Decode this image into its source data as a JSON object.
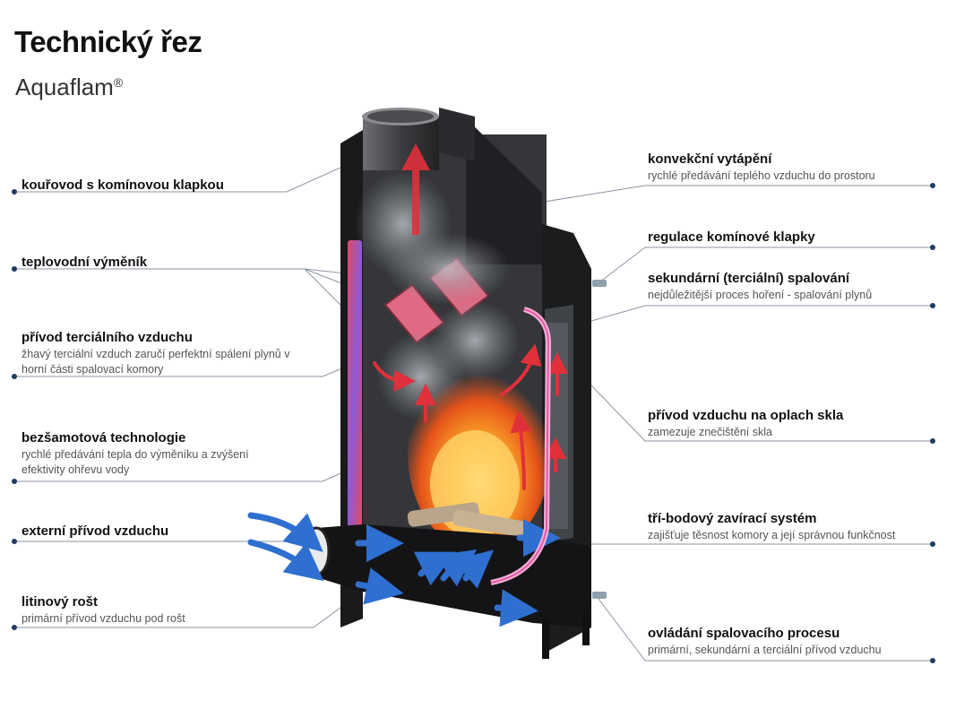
{
  "title": "Technický řez",
  "subtitle": "Aquaflam",
  "subtitle_mark": "®",
  "left_labels": [
    {
      "title": "kouřovod s komínovou klapkou",
      "desc": ""
    },
    {
      "title": "teplovodní výměník",
      "desc": ""
    },
    {
      "title": "přívod terciálního vzduchu",
      "desc": "žhavý terciální vzduch zaručí perfektní spálení plynů v horní části spalovací komory"
    },
    {
      "title": "bezšamotová technologie",
      "desc": "rychlé předávání tepla do výměníku a zvýšení efektivity ohřevu vody"
    },
    {
      "title": "externí přívod vzduchu",
      "desc": ""
    },
    {
      "title": "litinový rošt",
      "desc": "primární přívod vzduchu pod rošt"
    }
  ],
  "right_labels": [
    {
      "title": "konvekční vytápění",
      "desc": "rychlé předávání teplého vzduchu do prostoru"
    },
    {
      "title": "regulace komínové klapky",
      "desc": ""
    },
    {
      "title": "sekundární (terciální) spalování",
      "desc": "nejdůležitější proces hoření - spalování plynů"
    },
    {
      "title": "přívod vzduchu na oplach skla",
      "desc": "zamezuje znečištění skla"
    },
    {
      "title": "tří-bodový zavírací systém",
      "desc": "zajišťuje těsnost komory a její správnou funkčnost"
    },
    {
      "title": "ovládání spalovacího procesu",
      "desc": "primární, sekundární a terciální přívod vzduchu"
    }
  ],
  "colors": {
    "leader": "#7a8a9a",
    "dot": "#1f3a66",
    "body": "#1c1c1e",
    "chamber": "#3a3a3c",
    "cold_air": "#2f6fd0",
    "hot_air": "#e0303a",
    "flame": "#ff8a1e"
  }
}
